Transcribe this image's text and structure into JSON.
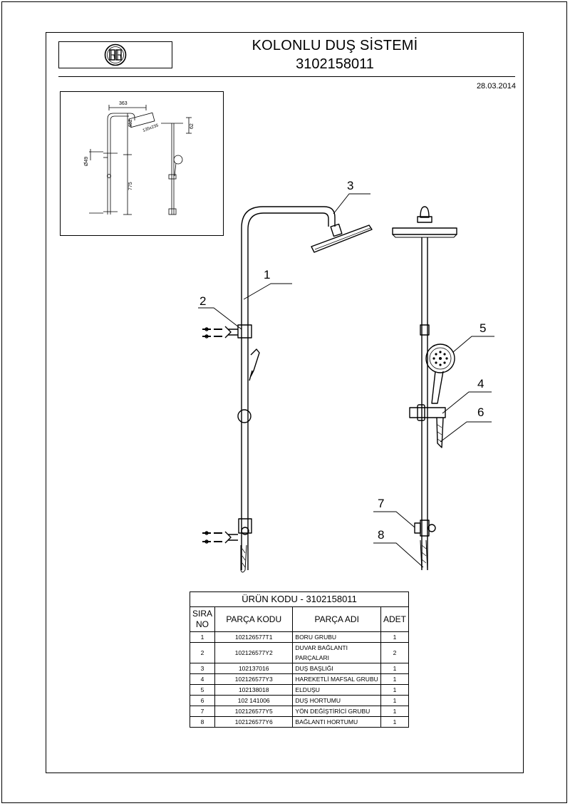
{
  "header": {
    "title": "KOLONLU DUŞ SİSTEMİ",
    "code": "3102158011",
    "date": "28.03.2014"
  },
  "thumbnail": {
    "dimensions": [
      "363",
      "452",
      "135x235",
      "62",
      "Ø49",
      "775"
    ]
  },
  "callouts": [
    "1",
    "2",
    "3",
    "4",
    "5",
    "6",
    "7",
    "8"
  ],
  "table": {
    "title": "ÜRÜN KODU - 3102158011",
    "col_sira": "SIRA\nNO",
    "col_sira_1": "SIRA",
    "col_sira_2": "NO",
    "col_kod": "PARÇA KODU",
    "col_ad": "PARÇA ADI",
    "col_adet": "ADET",
    "rows": [
      {
        "no": "1",
        "kod": "102126577T1",
        "ad": "BORU GRUBU",
        "adet": "1"
      },
      {
        "no": "2",
        "kod": "102126577Y2",
        "ad": "DUVAR BAĞLANTI PARÇALARI",
        "adet": "2"
      },
      {
        "no": "3",
        "kod": "102137016",
        "ad": "DUŞ BAŞLIĞI",
        "adet": "1"
      },
      {
        "no": "4",
        "kod": "102126577Y3",
        "ad": "HAREKETLİ MAFSAL GRUBU",
        "adet": "1"
      },
      {
        "no": "5",
        "kod": "102138018",
        "ad": "ELDUŞU",
        "adet": "1"
      },
      {
        "no": "6",
        "kod": "102 141006",
        "ad": "DUŞ HORTUMU",
        "adet": "1"
      },
      {
        "no": "7",
        "kod": "102126577Y5",
        "ad": "YÖN DEĞİŞTİRİCİ GRUBU",
        "adet": "1"
      },
      {
        "no": "8",
        "kod": "102126577Y6",
        "ad": "BAĞLANTI HORTUMU",
        "adet": "1"
      }
    ]
  }
}
